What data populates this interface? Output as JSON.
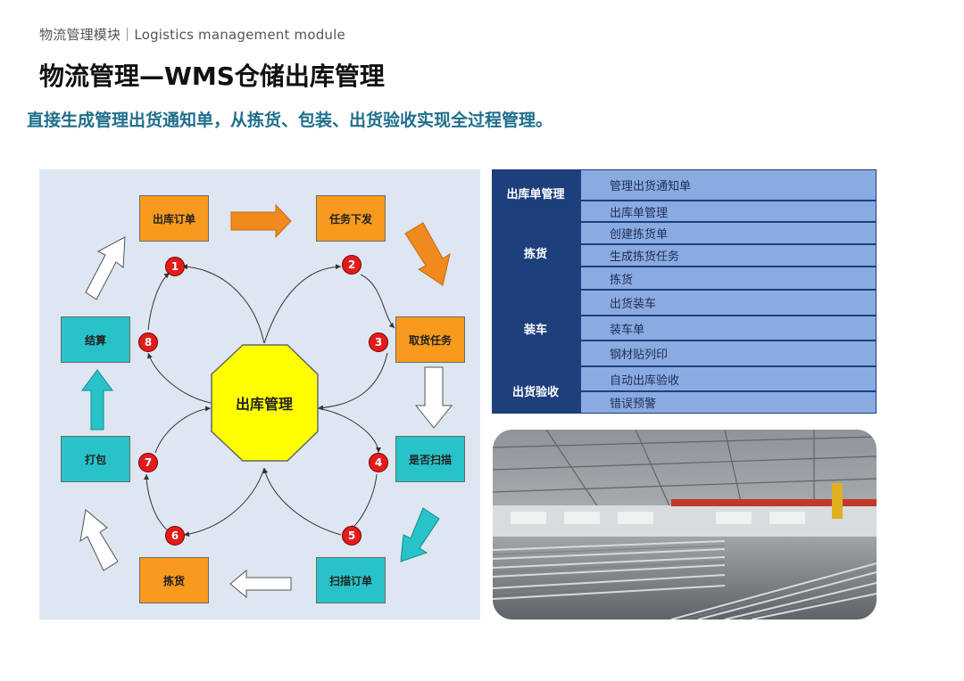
{
  "header": {
    "breadcrumb": "物流管理模块｜Logistics management module",
    "title": "物流管理—WMS仓储出库管理",
    "subtitle": "直接生成管理出货通知单，从拣货、包装、出货验收实现全过程管理。"
  },
  "diagram": {
    "center": "出库管理",
    "nodes": {
      "outbound_order": "出库订单",
      "task_dispatch": "任务下发",
      "pick_task": "取货任务",
      "scan_check": "是否扫描",
      "scan_order": "扫描订单",
      "picking": "拣货",
      "packing": "打包",
      "settlement": "结算"
    },
    "badges": [
      "1",
      "2",
      "3",
      "4",
      "5",
      "6",
      "7",
      "8"
    ],
    "colors": {
      "orange": "#f79a1e",
      "teal": "#28c3c9",
      "center": "#ffff00",
      "badge": "#e21b1b"
    }
  },
  "panel": {
    "groups": [
      "出库单管理",
      "拣货",
      "装车",
      "出货验收"
    ],
    "items": [
      "管理出货通知单",
      "出库单管理",
      "创建拣货单",
      "生成拣货任务",
      "拣货",
      "出货装车",
      "装车单",
      "钢材贴列印",
      "自动出库验收",
      "错误预警"
    ],
    "colors": {
      "header": "#1d3f7c",
      "row": "#8aabe2"
    }
  },
  "photo": {
    "icon": "warehouse-photo"
  }
}
